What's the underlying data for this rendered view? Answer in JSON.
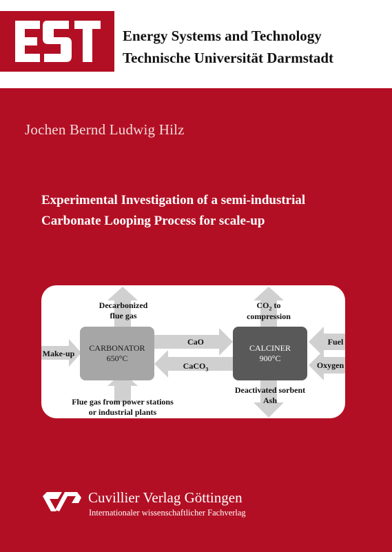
{
  "header": {
    "logo_text": "EST",
    "institution_line1": "Energy Systems and Technology",
    "institution_line2": "Technische Universität Darmstadt"
  },
  "author": "Jochen Bernd Ludwig Hilz",
  "title": {
    "line1": "Experimental Investigation of a semi-industrial",
    "line2": "Carbonate Looping Process for scale-up"
  },
  "diagram": {
    "carbonator": {
      "name": "CARBONATOR",
      "temp": "650°C"
    },
    "calciner": {
      "name": "CALCINER",
      "temp": "900°C"
    },
    "decarbonized_line1": "Decarbonized",
    "decarbonized_line2": "flue gas",
    "co2_prefix": "CO",
    "co2_sub": "2",
    "co2_suffix": " to",
    "compression": "compression",
    "makeup": "Make-up",
    "cao": "CaO",
    "caco3_prefix": "CaCO",
    "caco3_sub": "3",
    "fuel": "Fuel",
    "oxygen": "Oxygen",
    "fluegas_line1": "Flue gas from power stations",
    "fluegas_line2": "or industrial plants",
    "deactivated_line1": "Deactivated sorbent",
    "deactivated_line2": "Ash"
  },
  "publisher": {
    "name": "Cuvillier Verlag Göttingen",
    "subtitle": "Internationaler wissenschaftlicher Fachverlag"
  },
  "colors": {
    "cover_red": "#b30f24",
    "carbonator_fill": "#a6a6a6",
    "calciner_fill": "#595959",
    "arrow_fill": "#d0d0d0"
  }
}
